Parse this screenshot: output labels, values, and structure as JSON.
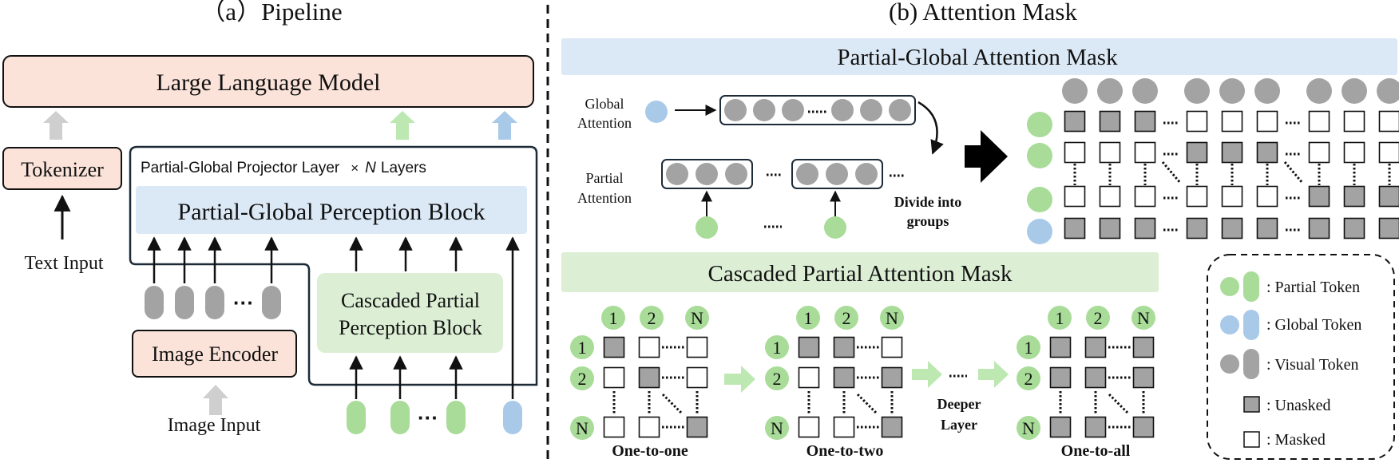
{
  "colors": {
    "llm_fill": "#fbe3d9",
    "perception_fill": "#dbe8f5",
    "cascaded_fill": "#dcefd5",
    "partial_token": "#a8dc98",
    "global_token": "#a9c9e9",
    "visual_token": "#a3a3a3",
    "unmasked_cell": "#a3a3a3",
    "arrow_gray": "#cfcfcf",
    "arrow_green": "#bde8b2"
  },
  "pipeline": {
    "title": "（a）Pipeline",
    "llm": "Large Language Model",
    "tokenizer": "Tokenizer",
    "text_input": "Text Input",
    "projector_label": "Partial-Global Projector Layer",
    "projector_times": "×",
    "projector_n": "N",
    "projector_layers": "Layers",
    "perception_block": "Partial-Global Perception Block",
    "cascaded_line1": "Cascaded Partial",
    "cascaded_line2": "Perception Block",
    "image_encoder": "Image Encoder",
    "image_input": "Image Input",
    "dots": "···"
  },
  "attention": {
    "title": "(b) Attention Mask",
    "pg_header": "Partial-Global Attention Mask",
    "global_line1": "Global",
    "global_line2": "Attention",
    "partial_line1": "Partial",
    "partial_line2": "Attention",
    "divide_line1": "Divide into",
    "divide_line2": "groups",
    "cpa_header": "Cascaded Partial Attention Mask",
    "label_one": "1",
    "label_two": "2",
    "label_n": "N",
    "stage1": "One-to-one",
    "stage2": "One-to-two",
    "stage3": "One-to-all",
    "deeper_line1": "Deeper",
    "deeper_line2": "Layer"
  },
  "legend": {
    "partial": ": Partial Token",
    "global": ": Global Token",
    "visual": ": Visual Token",
    "unmasked": ": Unasked",
    "masked": ": Masked"
  }
}
